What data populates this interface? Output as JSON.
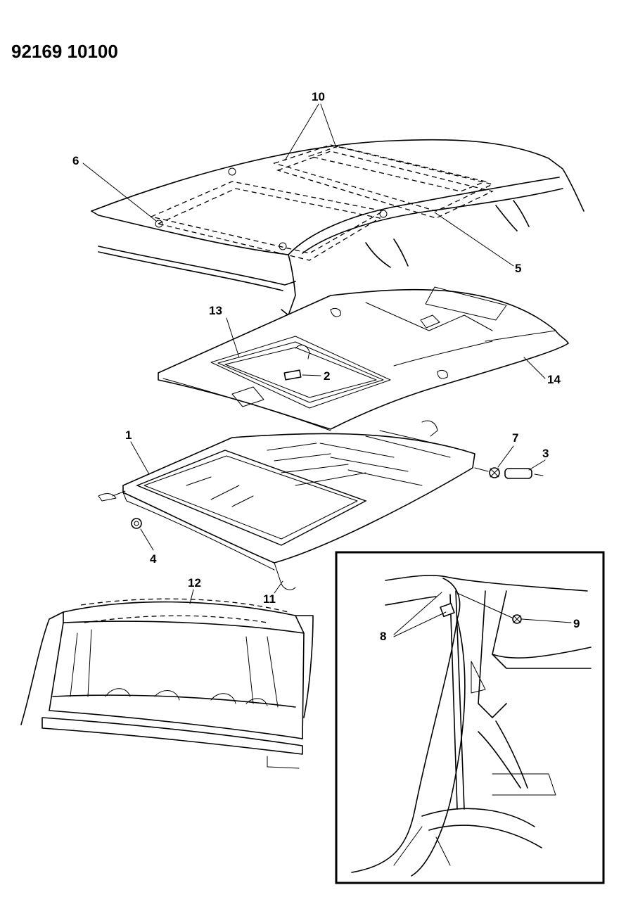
{
  "diagram": {
    "reference_number": "92169 10100",
    "callouts": {
      "c1": "1",
      "c2": "2",
      "c3": "3",
      "c4": "4",
      "c5": "5",
      "c6": "6",
      "c7": "7",
      "c8": "8",
      "c9": "9",
      "c10": "10",
      "c11": "11",
      "c12": "12",
      "c13": "13",
      "c14": "14"
    }
  }
}
